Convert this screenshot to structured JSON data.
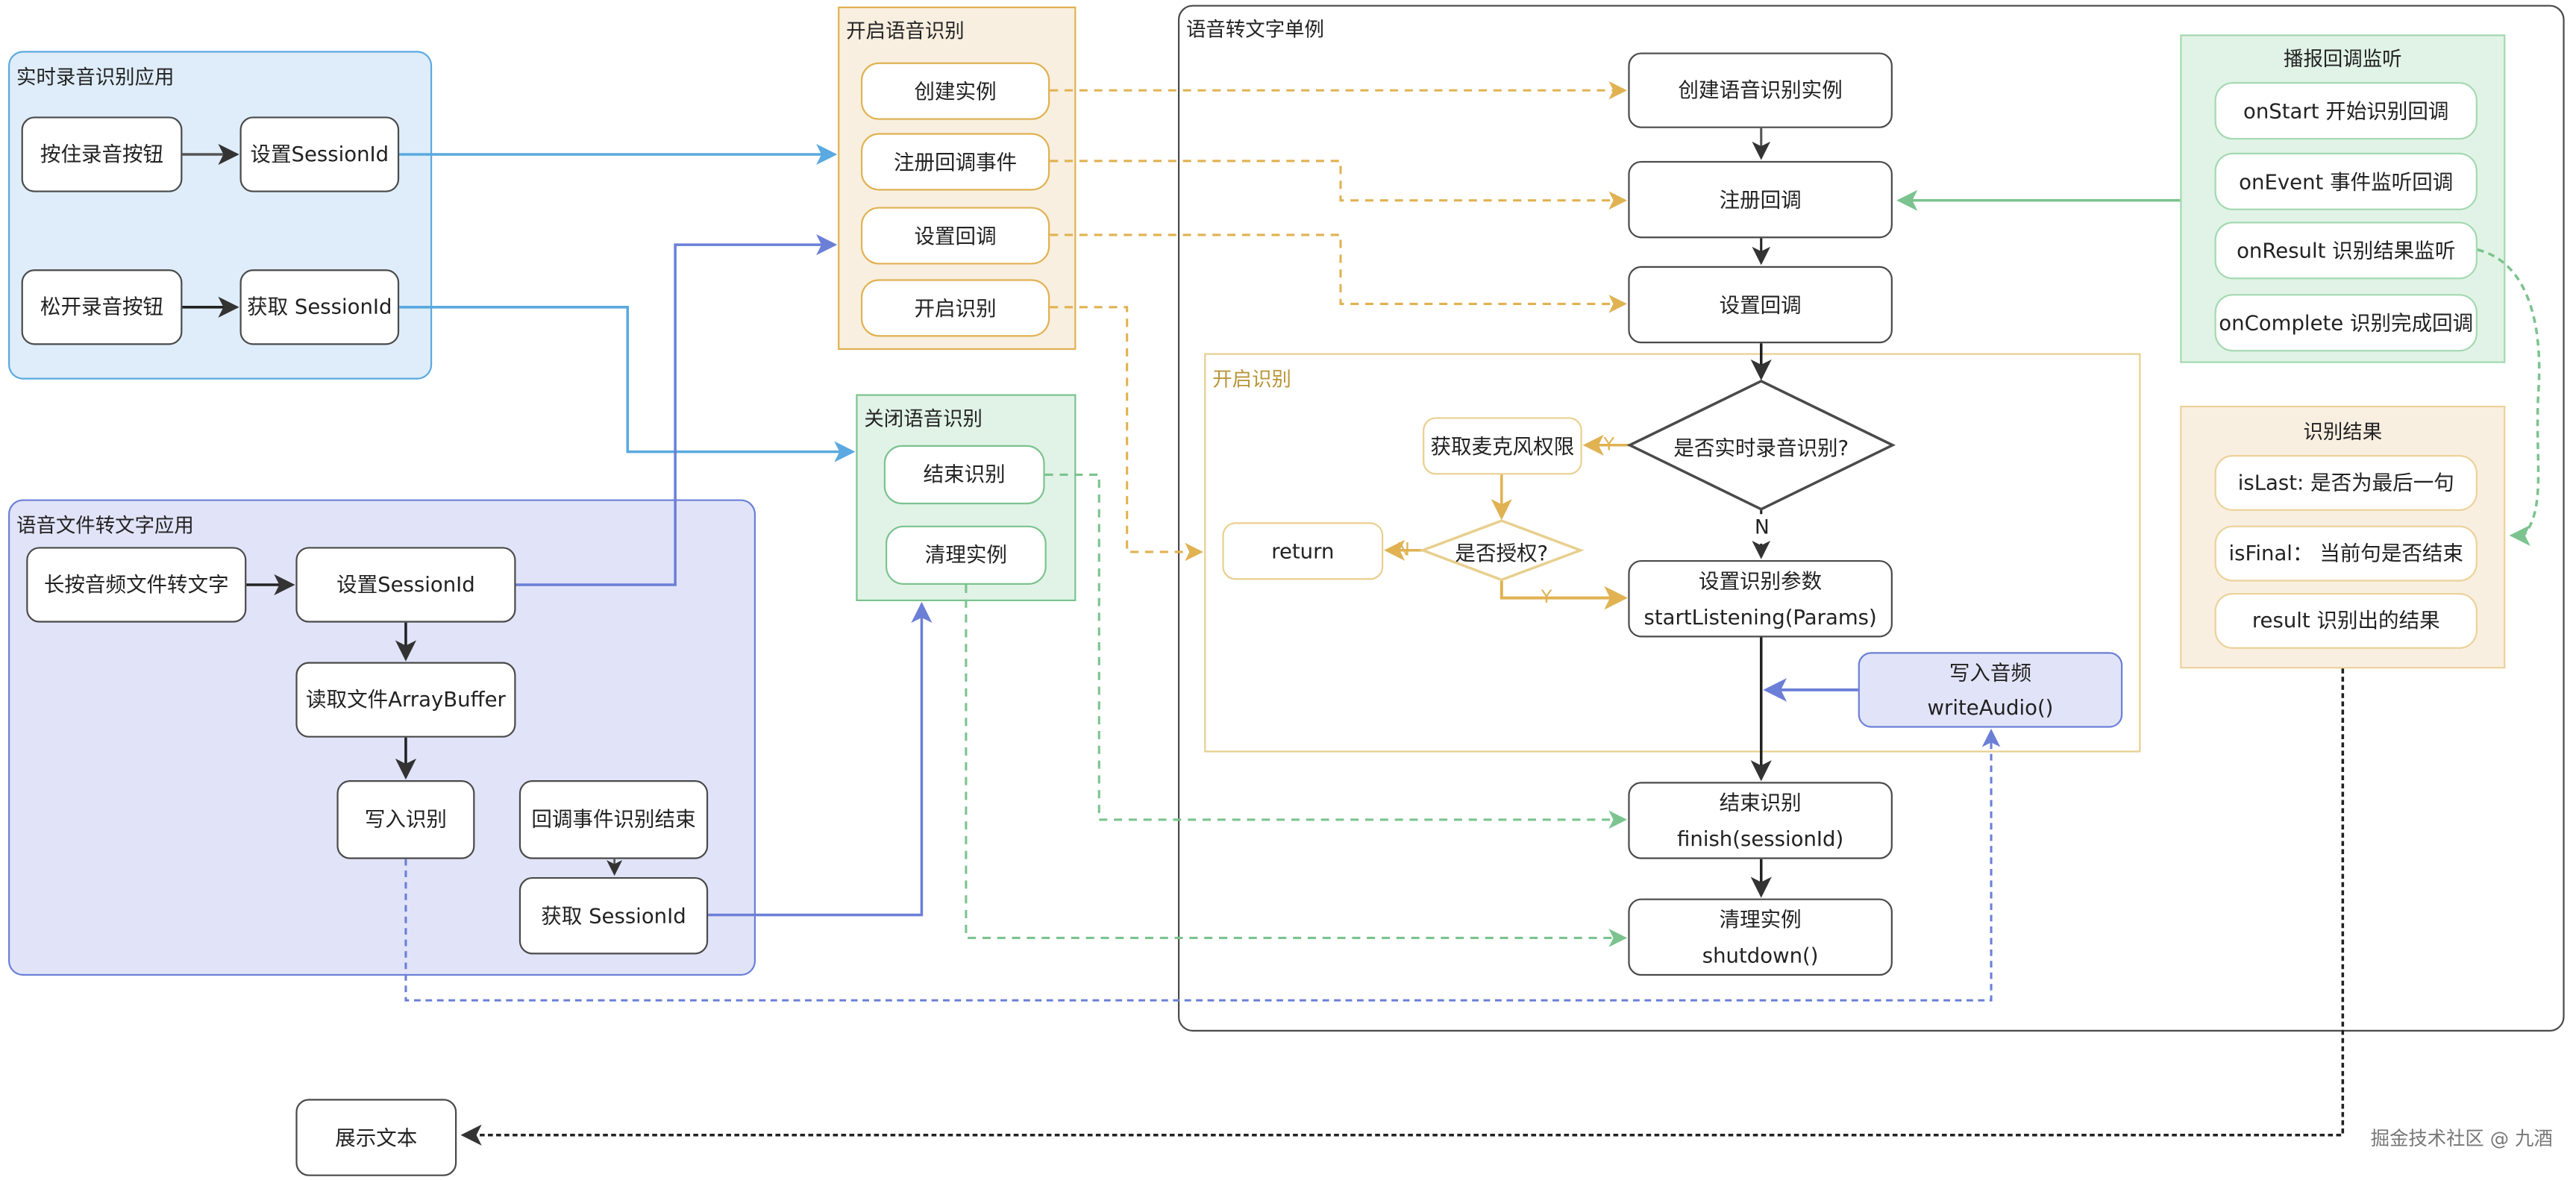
{
  "colors": {
    "blue": "#5aa9e0",
    "blue_fill": "#deedf9",
    "purple": "#6b7fd7",
    "purple_fill": "#e1e4f8",
    "orange": "#e0b252",
    "orange_fill": "#f8efe0",
    "green": "#7cc38f",
    "green_fill": "#e1f3e6",
    "dark": "#4a4a4a",
    "gold_text": "#b8963a"
  },
  "groups": {
    "realtime_app": {
      "title": "实时录音识别应用",
      "press_button": "按住录音按钮",
      "set_session": "设置SessionId",
      "release_button": "松开录音按钮",
      "get_session": "获取 SessionId"
    },
    "file_app": {
      "title": "语音文件转文字应用",
      "long_press": "长按音频文件转文字",
      "set_session": "设置SessionId",
      "read_buffer": "读取文件ArrayBuffer",
      "write_recognize": "写入识别",
      "callback_end": "回调事件识别结束",
      "get_session": "获取 SessionId"
    },
    "start_recognition": {
      "title": "开启语音识别",
      "items": [
        "创建实例",
        "注册回调事件",
        "设置回调",
        "开启识别"
      ]
    },
    "stop_recognition": {
      "title": "关闭语音识别",
      "items": [
        "结束识别",
        "清理实例"
      ]
    },
    "singleton": {
      "title": "语音转文字单例",
      "create_instance": "创建语音识别实例",
      "register_callback": "注册回调",
      "set_callback": "设置回调",
      "start_block": {
        "title": "开启识别",
        "is_realtime": "是否实时录音识别?",
        "get_mic": "获取麦克风权限",
        "is_authorized": "是否授权?",
        "return_label": "return",
        "set_params_line1": "设置识别参数",
        "set_params_line2": "startListening(Params)",
        "write_audio_line1": "写入音频",
        "write_audio_line2": "writeAudio()",
        "yes": "Y",
        "no": "N"
      },
      "finish_line1": "结束识别",
      "finish_line2": "finish(sessionId)",
      "shutdown_line1": "清理实例",
      "shutdown_line2": "shutdown()"
    },
    "callback_listener": {
      "title": "播报回调监听",
      "items": [
        "onStart 开始识别回调",
        "onEvent 事件监听回调",
        "onResult 识别结果监听",
        "onComplete 识别完成回调"
      ]
    },
    "result": {
      "title": "识别结果",
      "items": [
        "isLast: 是否为最后一句",
        "isFinal：  当前句是否结束",
        "result 识别出的结果"
      ]
    }
  },
  "display_text": "展示文本",
  "watermark": "掘金技术社区 @ 九酒"
}
